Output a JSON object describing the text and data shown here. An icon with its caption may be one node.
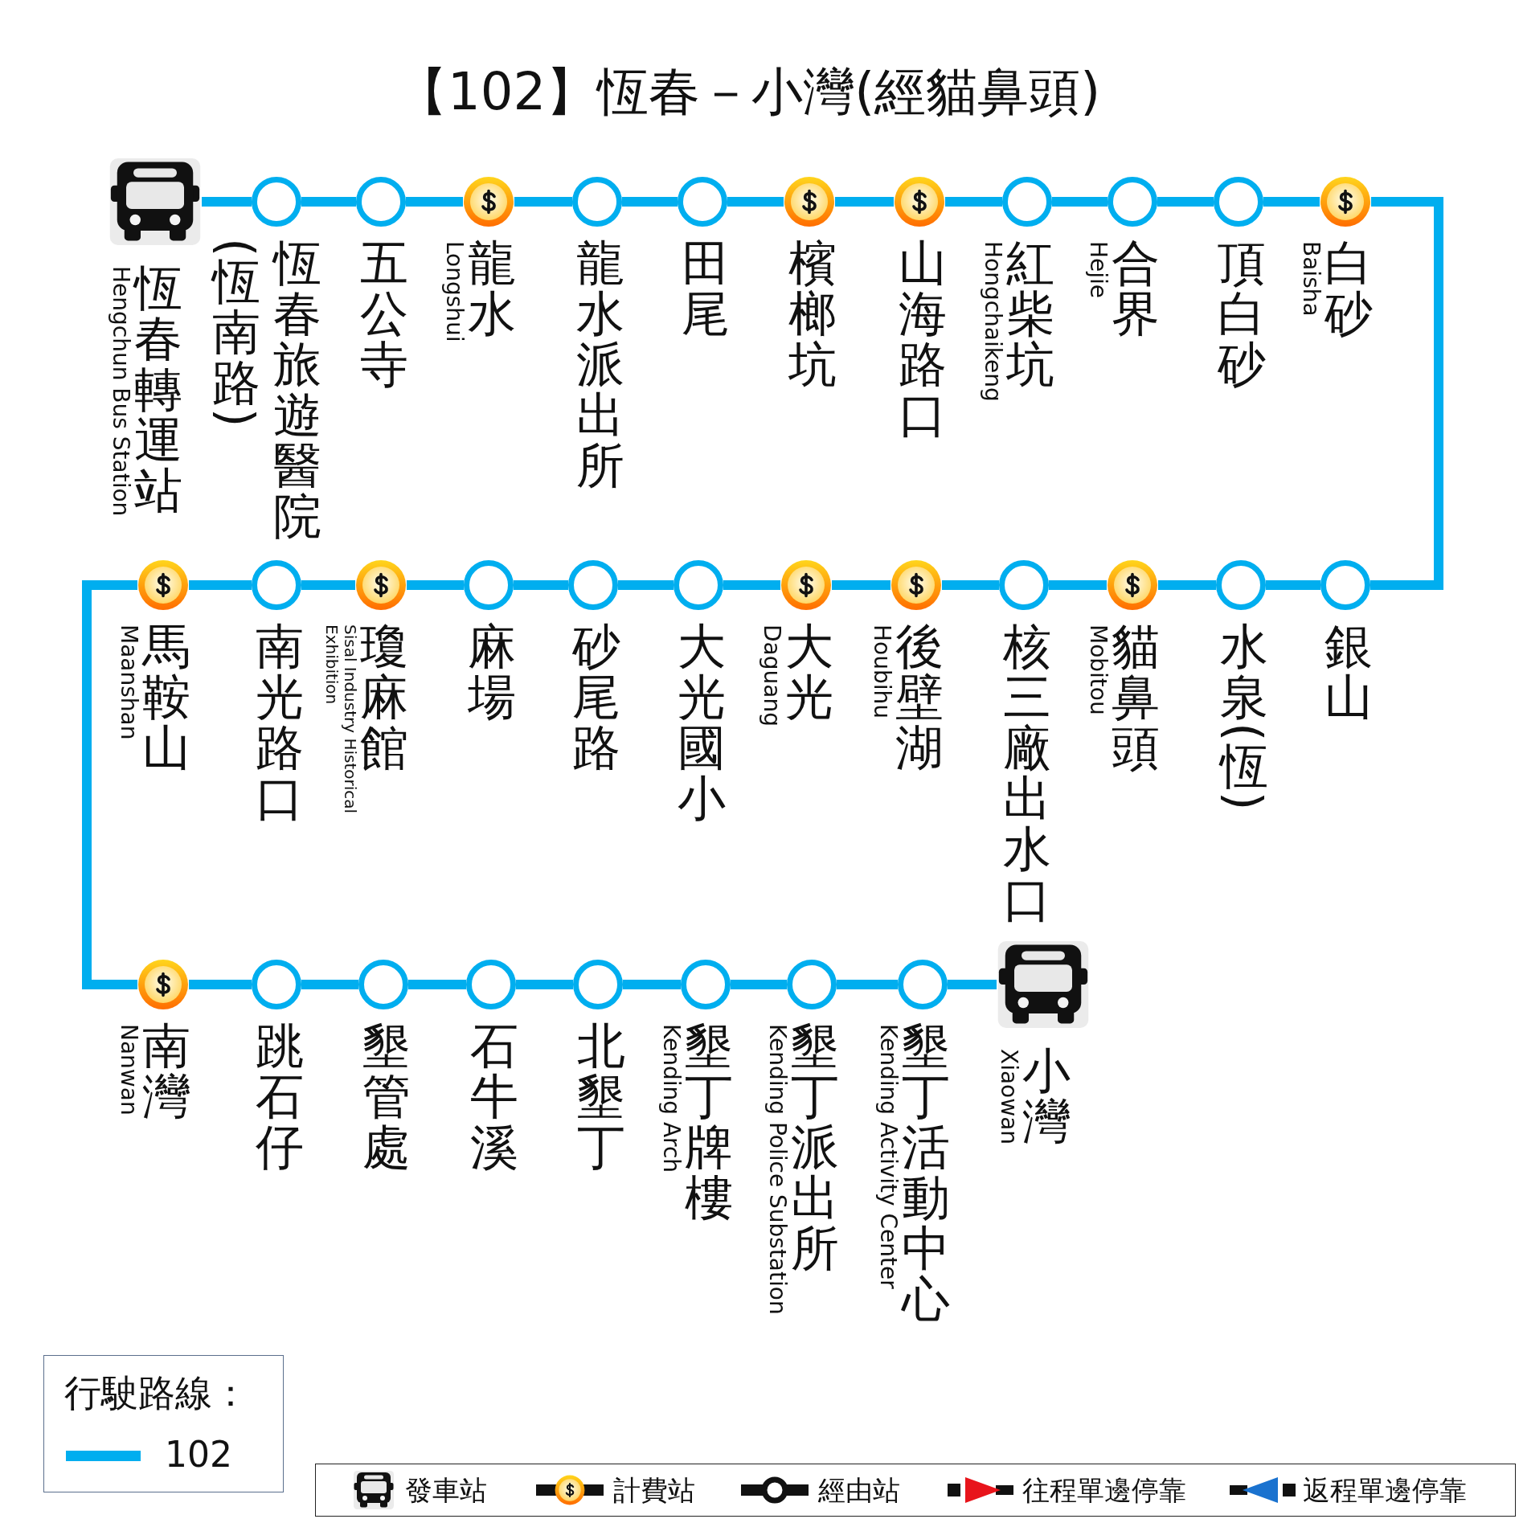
{
  "diagram": {
    "title": "【102】恆春－小灣(經貓鼻頭)",
    "nodes": [
      {
        "text": [],
        "shape": "bus",
        "beside": [
          "恆春轉運站",
          "Hengchun Bus Station"
        ]
      },
      {
        "text": [],
        "shape": "circle",
        "beside": [
          "恆春旅遊醫院",
          "(恆南路)"
        ]
      },
      {
        "text": [],
        "shape": "circle",
        "beside": [
          "五公寺"
        ]
      },
      {
        "text": [],
        "shape": "coin",
        "beside": [
          "龍水",
          "Longshui"
        ]
      },
      {
        "text": [],
        "shape": "circle",
        "beside": [
          "龍水派出所"
        ]
      },
      {
        "text": [],
        "shape": "circle",
        "beside": [
          "田尾"
        ]
      },
      {
        "text": [],
        "shape": "coin",
        "beside": [
          "檳榔坑"
        ]
      },
      {
        "text": [],
        "shape": "coin",
        "beside": [
          "山海路口"
        ]
      },
      {
        "text": [],
        "shape": "circle",
        "beside": [
          "紅柴坑",
          "Hongchaikeng"
        ]
      },
      {
        "text": [],
        "shape": "circle",
        "beside": [
          "合界",
          "Hejie"
        ]
      },
      {
        "text": [],
        "shape": "circle",
        "beside": [
          "頂白砂"
        ]
      },
      {
        "text": [],
        "shape": "coin",
        "beside": [
          "白砂",
          "Baisha"
        ]
      },
      {
        "text": [],
        "shape": "circle",
        "beside": [
          "銀山"
        ]
      },
      {
        "text": [],
        "shape": "circle",
        "beside": [
          "水泉(恆)"
        ]
      },
      {
        "text": [],
        "shape": "coin",
        "beside": [
          "貓鼻頭",
          "Mobitou"
        ]
      },
      {
        "text": [],
        "shape": "circle",
        "beside": [
          "核三廠出水口"
        ]
      },
      {
        "text": [],
        "shape": "coin",
        "beside": [
          "後壁湖",
          "Houbihu"
        ]
      },
      {
        "text": [],
        "shape": "coin",
        "beside": [
          "大光",
          "Daguang"
        ]
      },
      {
        "text": [],
        "shape": "circle",
        "beside": [
          "大光國小"
        ]
      },
      {
        "text": [],
        "shape": "circle",
        "beside": [
          "砂尾路"
        ]
      },
      {
        "text": [],
        "shape": "circle",
        "beside": [
          "麻場"
        ]
      },
      {
        "text": [],
        "shape": "coin",
        "beside": [
          "瓊麻館",
          "Sisal Industry Historical Exhibition"
        ]
      },
      {
        "text": [],
        "shape": "circle",
        "beside": [
          "南光路口"
        ]
      },
      {
        "text": [],
        "shape": "coin",
        "beside": [
          "馬鞍山",
          "Maanshan"
        ]
      },
      {
        "text": [],
        "shape": "coin",
        "beside": [
          "南灣",
          "Nanwan"
        ]
      },
      {
        "text": [],
        "shape": "circle",
        "beside": [
          "跳石仔"
        ]
      },
      {
        "text": [],
        "shape": "circle",
        "beside": [
          "墾管處"
        ]
      },
      {
        "text": [],
        "shape": "circle",
        "beside": [
          "石牛溪"
        ]
      },
      {
        "text": [],
        "shape": "circle",
        "beside": [
          "北墾丁"
        ]
      },
      {
        "text": [],
        "shape": "circle",
        "beside": [
          "墾丁牌樓",
          "Kending Arch"
        ]
      },
      {
        "text": [],
        "shape": "circle",
        "beside": [
          "墾丁派出所",
          "Kending Police Substation"
        ]
      },
      {
        "text": [],
        "shape": "circle",
        "beside": [
          "墾丁活動中心",
          "Kending Activity Center"
        ]
      },
      {
        "text": [],
        "shape": "bus",
        "beside": [
          "小灣",
          "Xiaowan"
        ]
      }
    ],
    "edges": [
      {
        "from": 0,
        "to": 1,
        "arrow": "none"
      },
      {
        "from": 1,
        "to": 2,
        "arrow": "none"
      },
      {
        "from": 2,
        "to": 3,
        "arrow": "none"
      },
      {
        "from": 3,
        "to": 4,
        "arrow": "none"
      },
      {
        "from": 4,
        "to": 5,
        "arrow": "none"
      },
      {
        "from": 5,
        "to": 6,
        "arrow": "none"
      },
      {
        "from": 6,
        "to": 7,
        "arrow": "none"
      },
      {
        "from": 7,
        "to": 8,
        "arrow": "none"
      },
      {
        "from": 8,
        "to": 9,
        "arrow": "none"
      },
      {
        "from": 9,
        "to": 10,
        "arrow": "none"
      },
      {
        "from": 10,
        "to": 11,
        "arrow": "none"
      },
      {
        "from": 11,
        "to": 12,
        "arrow": "none"
      },
      {
        "from": 12,
        "to": 13,
        "arrow": "none"
      },
      {
        "from": 13,
        "to": 14,
        "arrow": "none"
      },
      {
        "from": 14,
        "to": 15,
        "arrow": "none"
      },
      {
        "from": 15,
        "to": 16,
        "arrow": "none"
      },
      {
        "from": 16,
        "to": 17,
        "arrow": "none"
      },
      {
        "from": 17,
        "to": 18,
        "arrow": "none"
      },
      {
        "from": 18,
        "to": 19,
        "arrow": "none"
      },
      {
        "from": 19,
        "to": 20,
        "arrow": "none"
      },
      {
        "from": 20,
        "to": 21,
        "arrow": "none"
      },
      {
        "from": 21,
        "to": 22,
        "arrow": "none"
      },
      {
        "from": 22,
        "to": 23,
        "arrow": "none"
      },
      {
        "from": 23,
        "to": 24,
        "arrow": "none"
      },
      {
        "from": 24,
        "to": 25,
        "arrow": "none"
      },
      {
        "from": 25,
        "to": 26,
        "arrow": "none"
      },
      {
        "from": 26,
        "to": 27,
        "arrow": "none"
      },
      {
        "from": 27,
        "to": 28,
        "arrow": "none"
      },
      {
        "from": 28,
        "to": 29,
        "arrow": "none"
      },
      {
        "from": 29,
        "to": 30,
        "arrow": "none"
      },
      {
        "from": 30,
        "to": 31,
        "arrow": "none"
      },
      {
        "from": 31,
        "to": 32,
        "arrow": "none"
      }
    ],
    "labels": [
      "行駛路線："
    ],
    "legend": [
      {
        "text": "102",
        "color": "#00aeef"
      },
      {
        "text": "發車站"
      },
      {
        "text": "計費站"
      },
      {
        "text": "經由站"
      },
      {
        "text": "往程單邊停靠"
      },
      {
        "text": "返程單邊停靠"
      }
    ]
  }
}
